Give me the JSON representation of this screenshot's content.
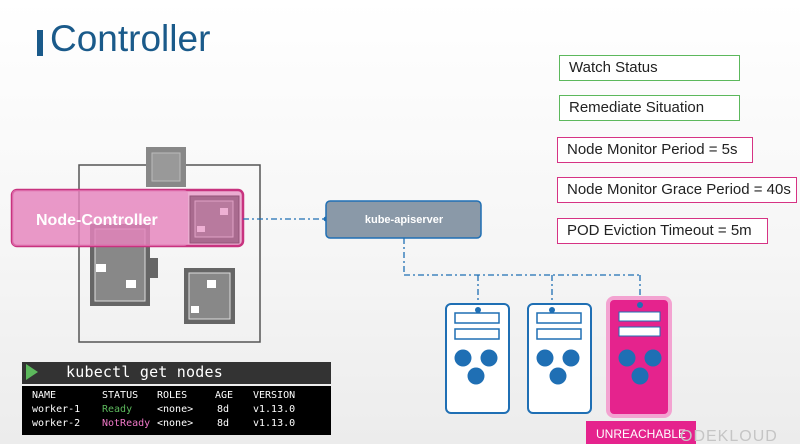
{
  "title": "Controller",
  "labels": [
    {
      "text": "Watch Status",
      "color": "green"
    },
    {
      "text": "Remediate Situation",
      "color": "green"
    },
    {
      "text": "Node Monitor Period = 5s",
      "color": "pink"
    },
    {
      "text": "Node Monitor Grace Period = 40s",
      "color": "pink"
    },
    {
      "text": "POD Eviction Timeout = 5m",
      "color": "pink"
    }
  ],
  "node_controller": "Node-Controller",
  "apiserver": "kube-apiserver",
  "unreachable": "UNREACHABLE",
  "kubectl": {
    "command": "kubectl get nodes",
    "headers": [
      "NAME",
      "STATUS",
      "ROLES",
      "AGE",
      "VERSION"
    ],
    "rows": [
      [
        "worker-1",
        "Ready",
        "<none>",
        "8d",
        "v1.13.0"
      ],
      [
        "worker-2",
        "NotReady",
        "<none>",
        "8d",
        "v1.13.0"
      ]
    ]
  },
  "watermark": "ODEKLOUD",
  "colors": {
    "title": "#1a5a8a",
    "green": "#5cb85c",
    "pink": "#d63384",
    "ready": "#5cb85c",
    "notready": "#f078c8",
    "server_blue": "#1f6fb4",
    "unreachable_fill": "#e5238d"
  }
}
